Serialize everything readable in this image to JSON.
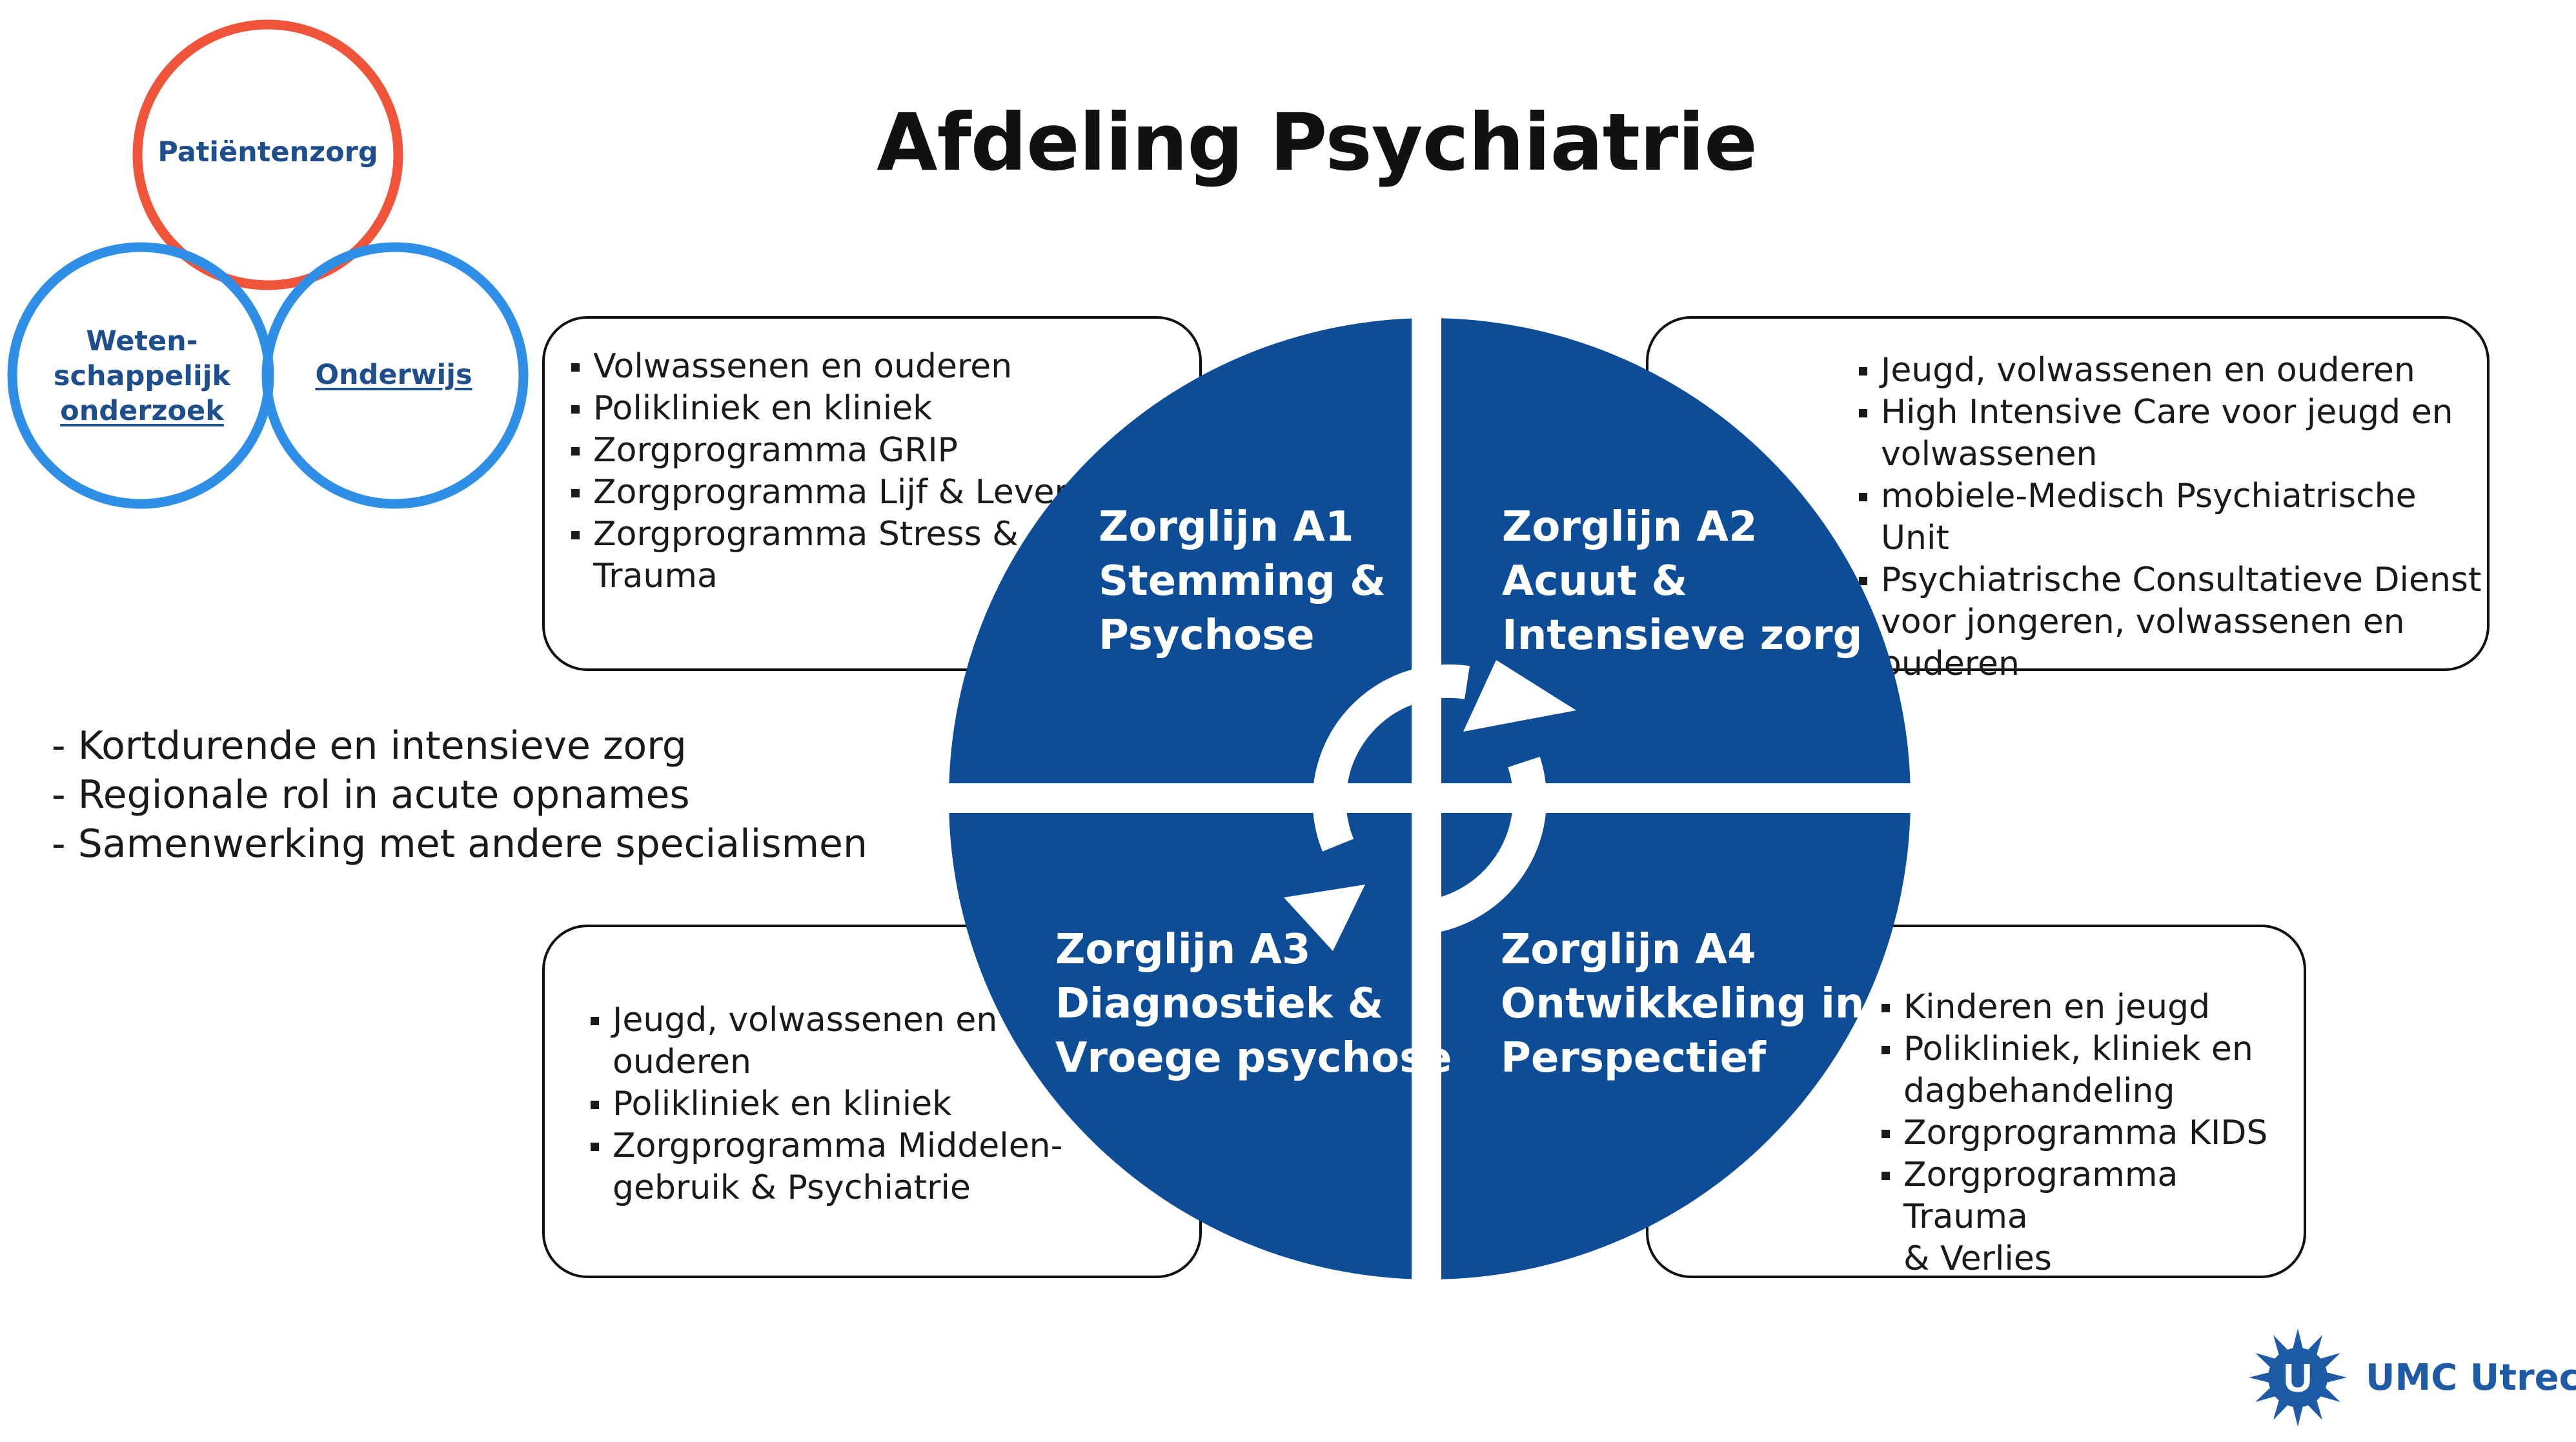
{
  "title": "Afdeling Psychiatrie",
  "venn": {
    "patientenzorg": "Patiëntenzorg",
    "wetenschap": [
      "Weten-",
      "schappelijk",
      "onderzoek"
    ],
    "onderwijs": "Onderwijs"
  },
  "colors": {
    "primary_blue": "#0d4c96",
    "venn_red": "#f0553b",
    "venn_blue": "#2f8fe6",
    "text_blue": "#1f4e8c"
  },
  "quadrants": [
    {
      "lines": [
        "Zorglijn A1",
        "Stemming &",
        "Psychose"
      ]
    },
    {
      "lines": [
        "Zorglijn A2",
        "Acuut &",
        "Intensieve zorg"
      ]
    },
    {
      "lines": [
        "Zorglijn A3",
        "Diagnostiek &",
        "Vroege psychose"
      ]
    },
    {
      "lines": [
        "Zorglijn A4",
        "Ontwikkeling in",
        "Perspectief"
      ]
    }
  ],
  "boxes": {
    "a1": [
      "Volwassenen en ouderen",
      "Polikliniek en kliniek",
      "Zorgprogramma GRIP",
      "Zorgprogramma Lijf & Leven",
      "Zorgprogramma Stress &\nTrauma"
    ],
    "a2": [
      "Jeugd, volwassenen en ouderen",
      "High Intensive Care voor jeugd en\nvolwassenen",
      "mobiele-Medisch Psychiatrische Unit",
      "Psychiatrische Consultatieve Dienst\nvoor jongeren, volwassenen en\nouderen"
    ],
    "a3": [
      "Jeugd, volwassenen en\nouderen",
      "Polikliniek en kliniek",
      "Zorgprogramma Middelen-\ngebruik & Psychiatrie"
    ],
    "a4": [
      "Kinderen en jeugd",
      "Polikliniek, kliniek en\ndagbehandeling",
      "Zorgprogramma KIDS",
      "Zorgprogramma Trauma\n& Verlies"
    ]
  },
  "features": [
    "- Kortdurende en intensieve zorg",
    "- Regionale rol in acute opnames",
    "- Samenwerking met andere specialismen"
  ],
  "logo": {
    "text": "UMC Utrecht",
    "icon": "umc-sun-icon",
    "letter": "U"
  }
}
